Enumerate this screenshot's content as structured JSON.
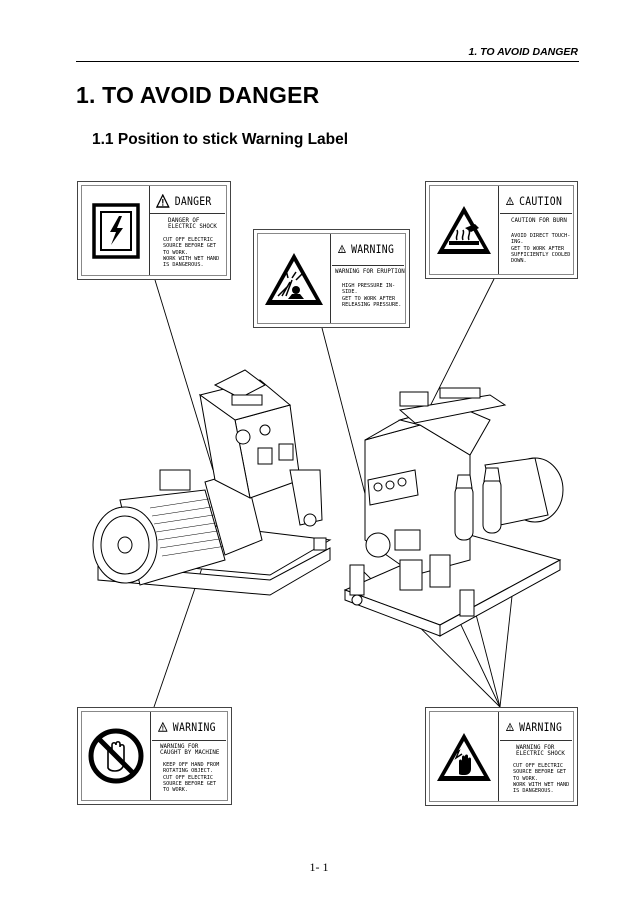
{
  "header": {
    "section": "1. TO AVOID DANGER"
  },
  "title": "1.  TO AVOID DANGER",
  "subtitle": "1.1  Position to stick Warning Label",
  "labels": {
    "danger": {
      "signal": "DANGER",
      "line1": "DANGER OF\nELECTRIC SHOCK",
      "body": "CUT OFF ELECTRIC\nSOURCE BEFORE GET\nTO WORK.\nWORK WITH WET HAND\nIS DANGEROUS.",
      "icon": "electric-shock-icon"
    },
    "warning_eruption": {
      "signal": "WARNING",
      "line1": "WARNING FOR ERUPTION",
      "body": "HIGH PRESSURE IN-\nSIDE.\nGET TO WORK AFTER\nRELEASING PRESSURE.",
      "icon": "eruption-icon"
    },
    "caution_burn": {
      "signal": "CAUTION",
      "line1": "CAUTION FOR BURN",
      "body": "AVOID DIRECT TOUCH-\nING.\nGET TO WORK AFTER\nSUFFICIENTLY COOLED\nDOWN.",
      "icon": "hot-surface-icon"
    },
    "warning_machine": {
      "signal": "WARNING",
      "line1": "WARNING FOR\nCAUGHT BY MACHINE",
      "body": "KEEP OFF HAND FROM\nROTATING OBJECT.\nCUT OFF ELECTRIC\nSOURCE BEFORE GET\nTO WORK.",
      "icon": "no-hand-icon"
    },
    "warning_electric": {
      "signal": "WARNING",
      "line1": "WARNING FOR\nELECTRIC SHOCK",
      "body": "CUT OFF ELECTRIC\nSOURCE BEFORE GET\nTO WORK.\nWORK WITH WET HAND\nIS DANGEROUS.",
      "icon": "hand-shock-icon"
    }
  },
  "footer": {
    "page": "1- 1"
  }
}
